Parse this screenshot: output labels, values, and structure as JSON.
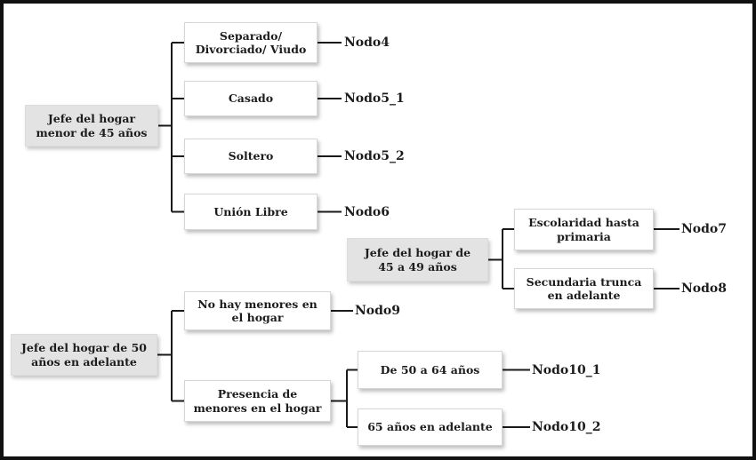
{
  "tree": {
    "description": "Decision tree of household head segments",
    "groups": [
      {
        "root": {
          "label": "Jefe del hogar\nmenor de 45 años"
        },
        "children": [
          {
            "label": "Separado/\nDivorciado/ Viudo",
            "node": "Nodo4"
          },
          {
            "label": "Casado",
            "node": "Nodo5_1"
          },
          {
            "label": "Soltero",
            "node": "Nodo5_2"
          },
          {
            "label": "Unión Libre",
            "node": "Nodo6"
          }
        ]
      },
      {
        "root": {
          "label": "Jefe del hogar de\n45 a 49 años"
        },
        "children": [
          {
            "label": "Escolaridad hasta\nprimaria",
            "node": "Nodo7"
          },
          {
            "label": "Secundaria trunca\nen adelante",
            "node": "Nodo8"
          }
        ]
      },
      {
        "root": {
          "label": "Jefe del hogar de 50\naños en adelante"
        },
        "children": [
          {
            "label": "No hay menores en\nel hogar",
            "node": "Nodo9"
          },
          {
            "label": "Presencia de\nmenores en el hogar",
            "children": [
              {
                "label": "De 50 a 64 años",
                "node": "Nodo10_1"
              },
              {
                "label": "65 años en adelante",
                "node": "Nodo10_2"
              }
            ]
          }
        ]
      }
    ],
    "colors": {
      "background": "#ffffff",
      "frame_border": "#111111",
      "root_box_fill": "#e3e3e3",
      "child_box_fill": "#ffffff",
      "child_box_border": "#d6d6d6",
      "connector_line": "#1a1a1a",
      "text": "#1c1c1c"
    }
  }
}
